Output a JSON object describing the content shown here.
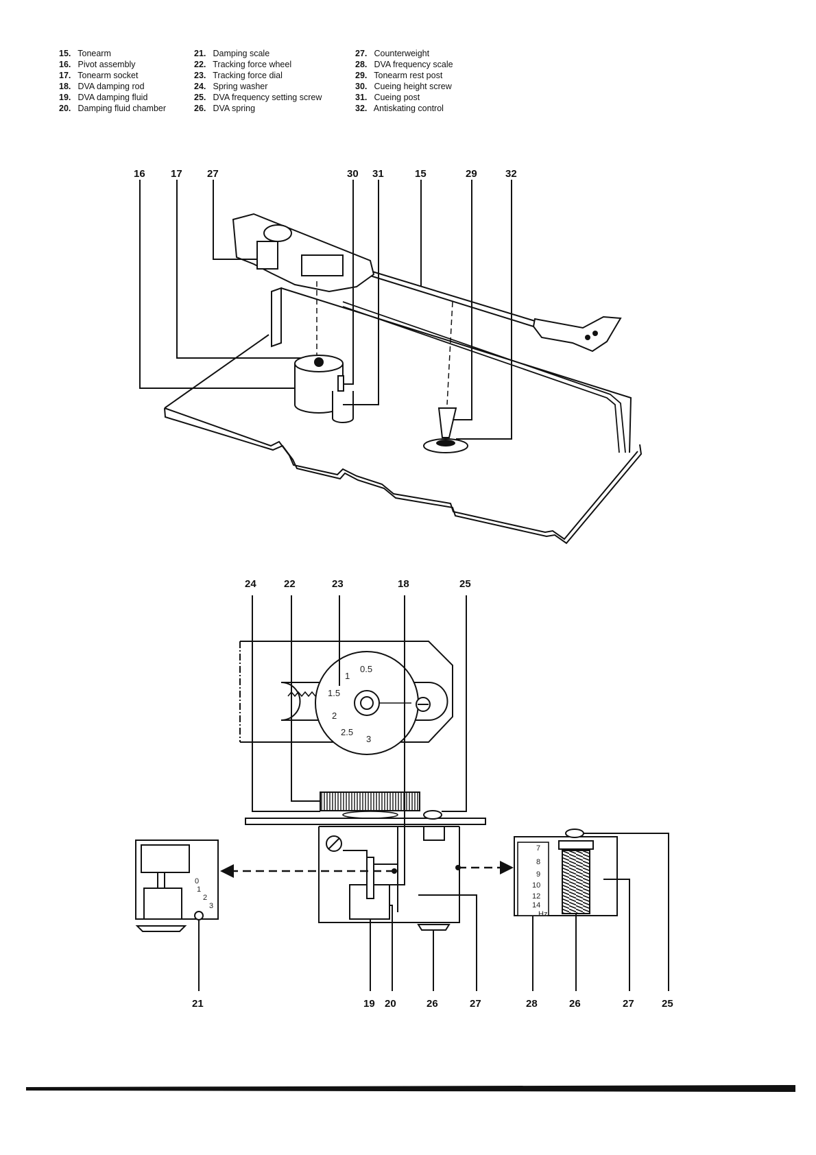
{
  "legend": {
    "columns": [
      [
        {
          "num": "15.",
          "label": "Tonearm"
        },
        {
          "num": "16.",
          "label": "Pivot assembly"
        },
        {
          "num": "17.",
          "label": "Tonearm socket"
        },
        {
          "num": "18.",
          "label": "DVA damping rod"
        },
        {
          "num": "19.",
          "label": "DVA damping fluid"
        },
        {
          "num": "20.",
          "label": "Damping fluid chamber"
        }
      ],
      [
        {
          "num": "21.",
          "label": "Damping scale"
        },
        {
          "num": "22.",
          "label": "Tracking force wheel"
        },
        {
          "num": "23.",
          "label": "Tracking force dial"
        },
        {
          "num": "24.",
          "label": "Spring washer"
        },
        {
          "num": "25.",
          "label": "DVA frequency setting screw"
        },
        {
          "num": "26.",
          "label": "DVA spring"
        }
      ],
      [
        {
          "num": "27.",
          "label": "Counterweight"
        },
        {
          "num": "28.",
          "label": "DVA frequency scale"
        },
        {
          "num": "29.",
          "label": "Tonearm rest post"
        },
        {
          "num": "30.",
          "label": "Cueing height screw"
        },
        {
          "num": "31.",
          "label": "Cueing post"
        },
        {
          "num": "32.",
          "label": "Antiskating control"
        }
      ]
    ]
  },
  "top_callouts": {
    "c16": "16",
    "c17": "17",
    "c27": "27",
    "c30": "30",
    "c31": "31",
    "c15": "15",
    "c29": "29",
    "c32": "32"
  },
  "bottom_callouts_top": {
    "c24": "24",
    "c22": "22",
    "c23": "23",
    "c18": "18",
    "c25": "25"
  },
  "bottom_callouts_bottom": {
    "c21": "21",
    "c19": "19",
    "c20": "20",
    "c26a": "26",
    "c27a": "27",
    "c28": "28",
    "c26b": "26",
    "c27b": "27",
    "c25b": "25"
  },
  "tracking_dial": {
    "labels": [
      "0.5",
      "1",
      "1.5",
      "2",
      "2.5",
      "3"
    ]
  },
  "damping_scale": {
    "labels": [
      "0",
      "1",
      "2",
      "3"
    ]
  },
  "frequency_scale": {
    "labels": [
      "7",
      "8",
      "9",
      "10",
      "12",
      "14"
    ],
    "unit": "Hz"
  }
}
